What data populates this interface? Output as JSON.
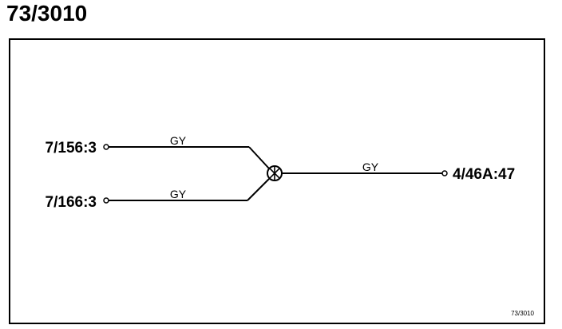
{
  "title": "73/3010",
  "diagram": {
    "connectors": {
      "input_1": "7/156:3",
      "input_2": "7/166:3",
      "output": "4/46A:47"
    },
    "wires": {
      "input_1_color": "GY",
      "input_2_color": "GY",
      "output_color": "GY"
    },
    "reference": "73/3010"
  }
}
